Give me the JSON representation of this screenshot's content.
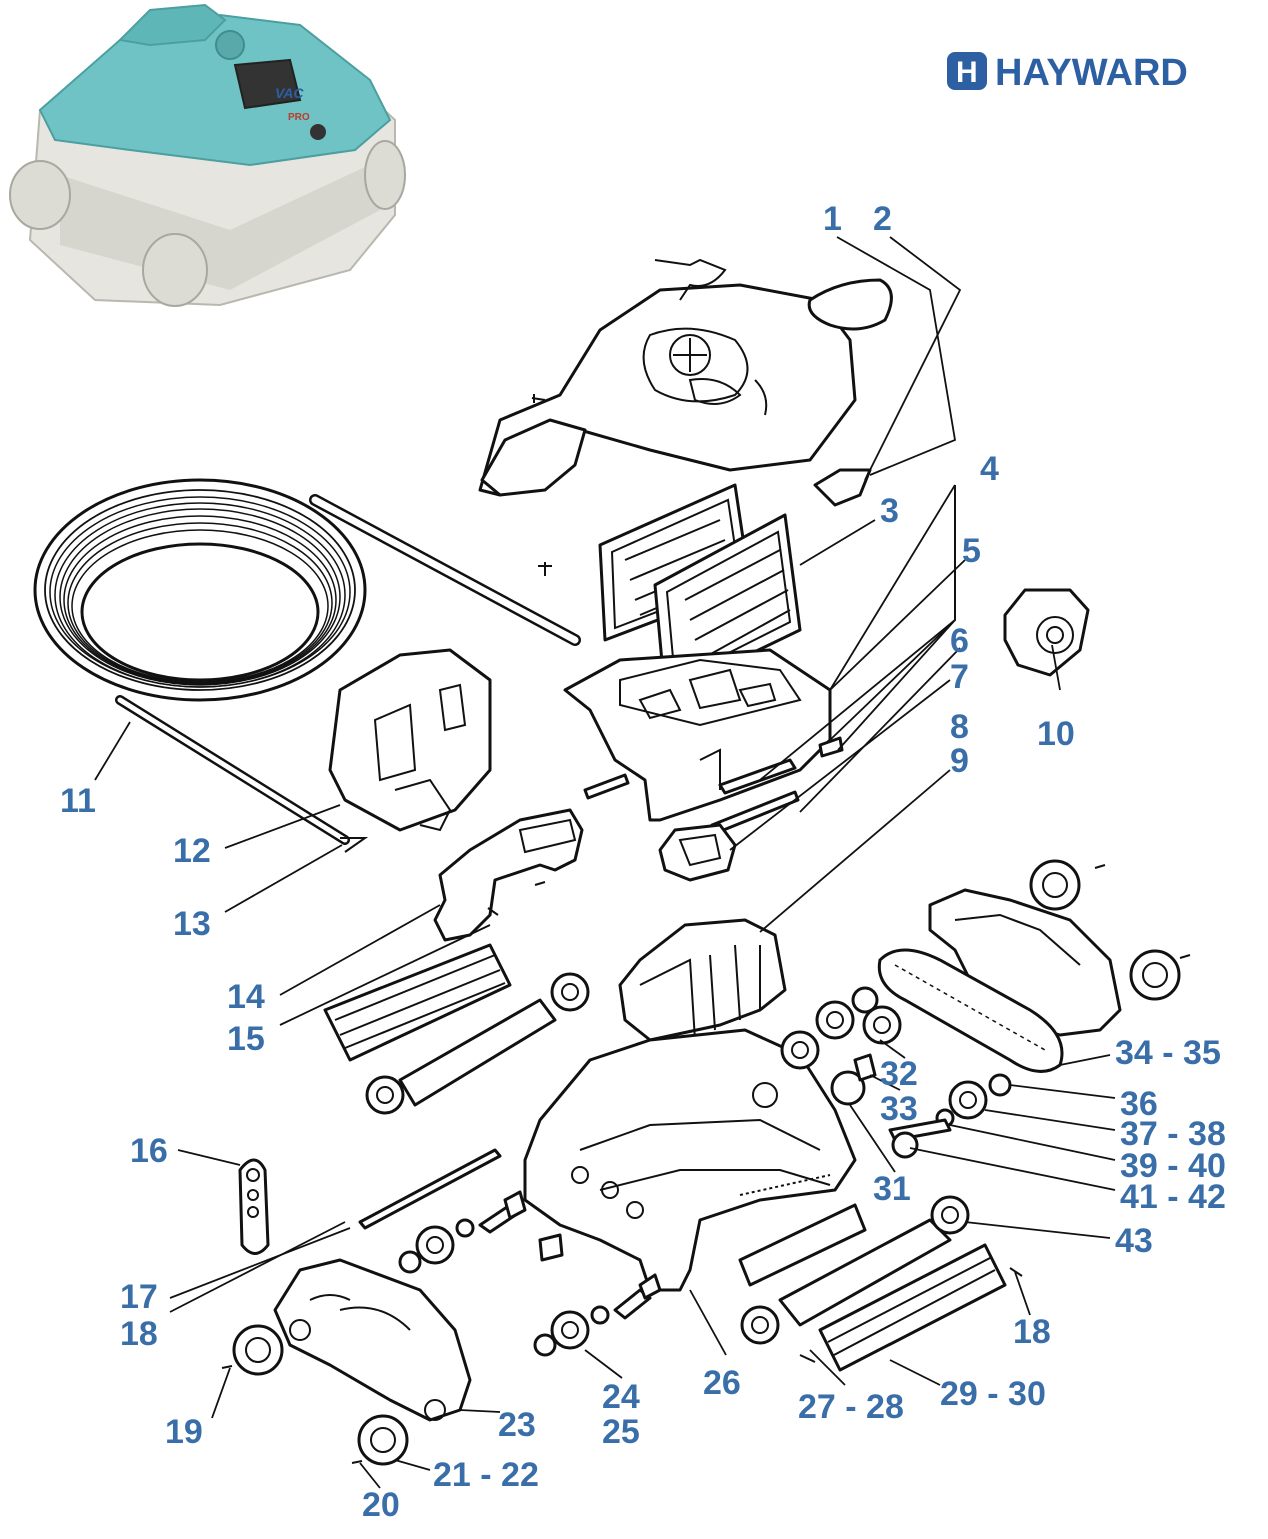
{
  "brand": {
    "name": "HAYWARD",
    "logo_letter": "H",
    "color": "#2d5fa3"
  },
  "product_photo": {
    "icon": "pool-cleaner-robot-image",
    "lettering": [
      "VAC",
      "PRO"
    ],
    "colors": {
      "body": "#6fc3c4",
      "base": "#e6e5df"
    }
  },
  "callout_color": "#3a6ea8",
  "callouts": [
    "1",
    "2",
    "3",
    "4",
    "5",
    "6",
    "7",
    "8",
    "9",
    "10",
    "11",
    "12",
    "13",
    "14",
    "15",
    "16",
    "17",
    "18",
    "19",
    "20",
    "21 - 22",
    "23",
    "24",
    "25",
    "26",
    "27 - 28",
    "29 - 30",
    "31",
    "32",
    "33",
    "34 - 35",
    "36",
    "37 - 38",
    "39 - 40",
    "41 - 42",
    "43",
    "18"
  ]
}
